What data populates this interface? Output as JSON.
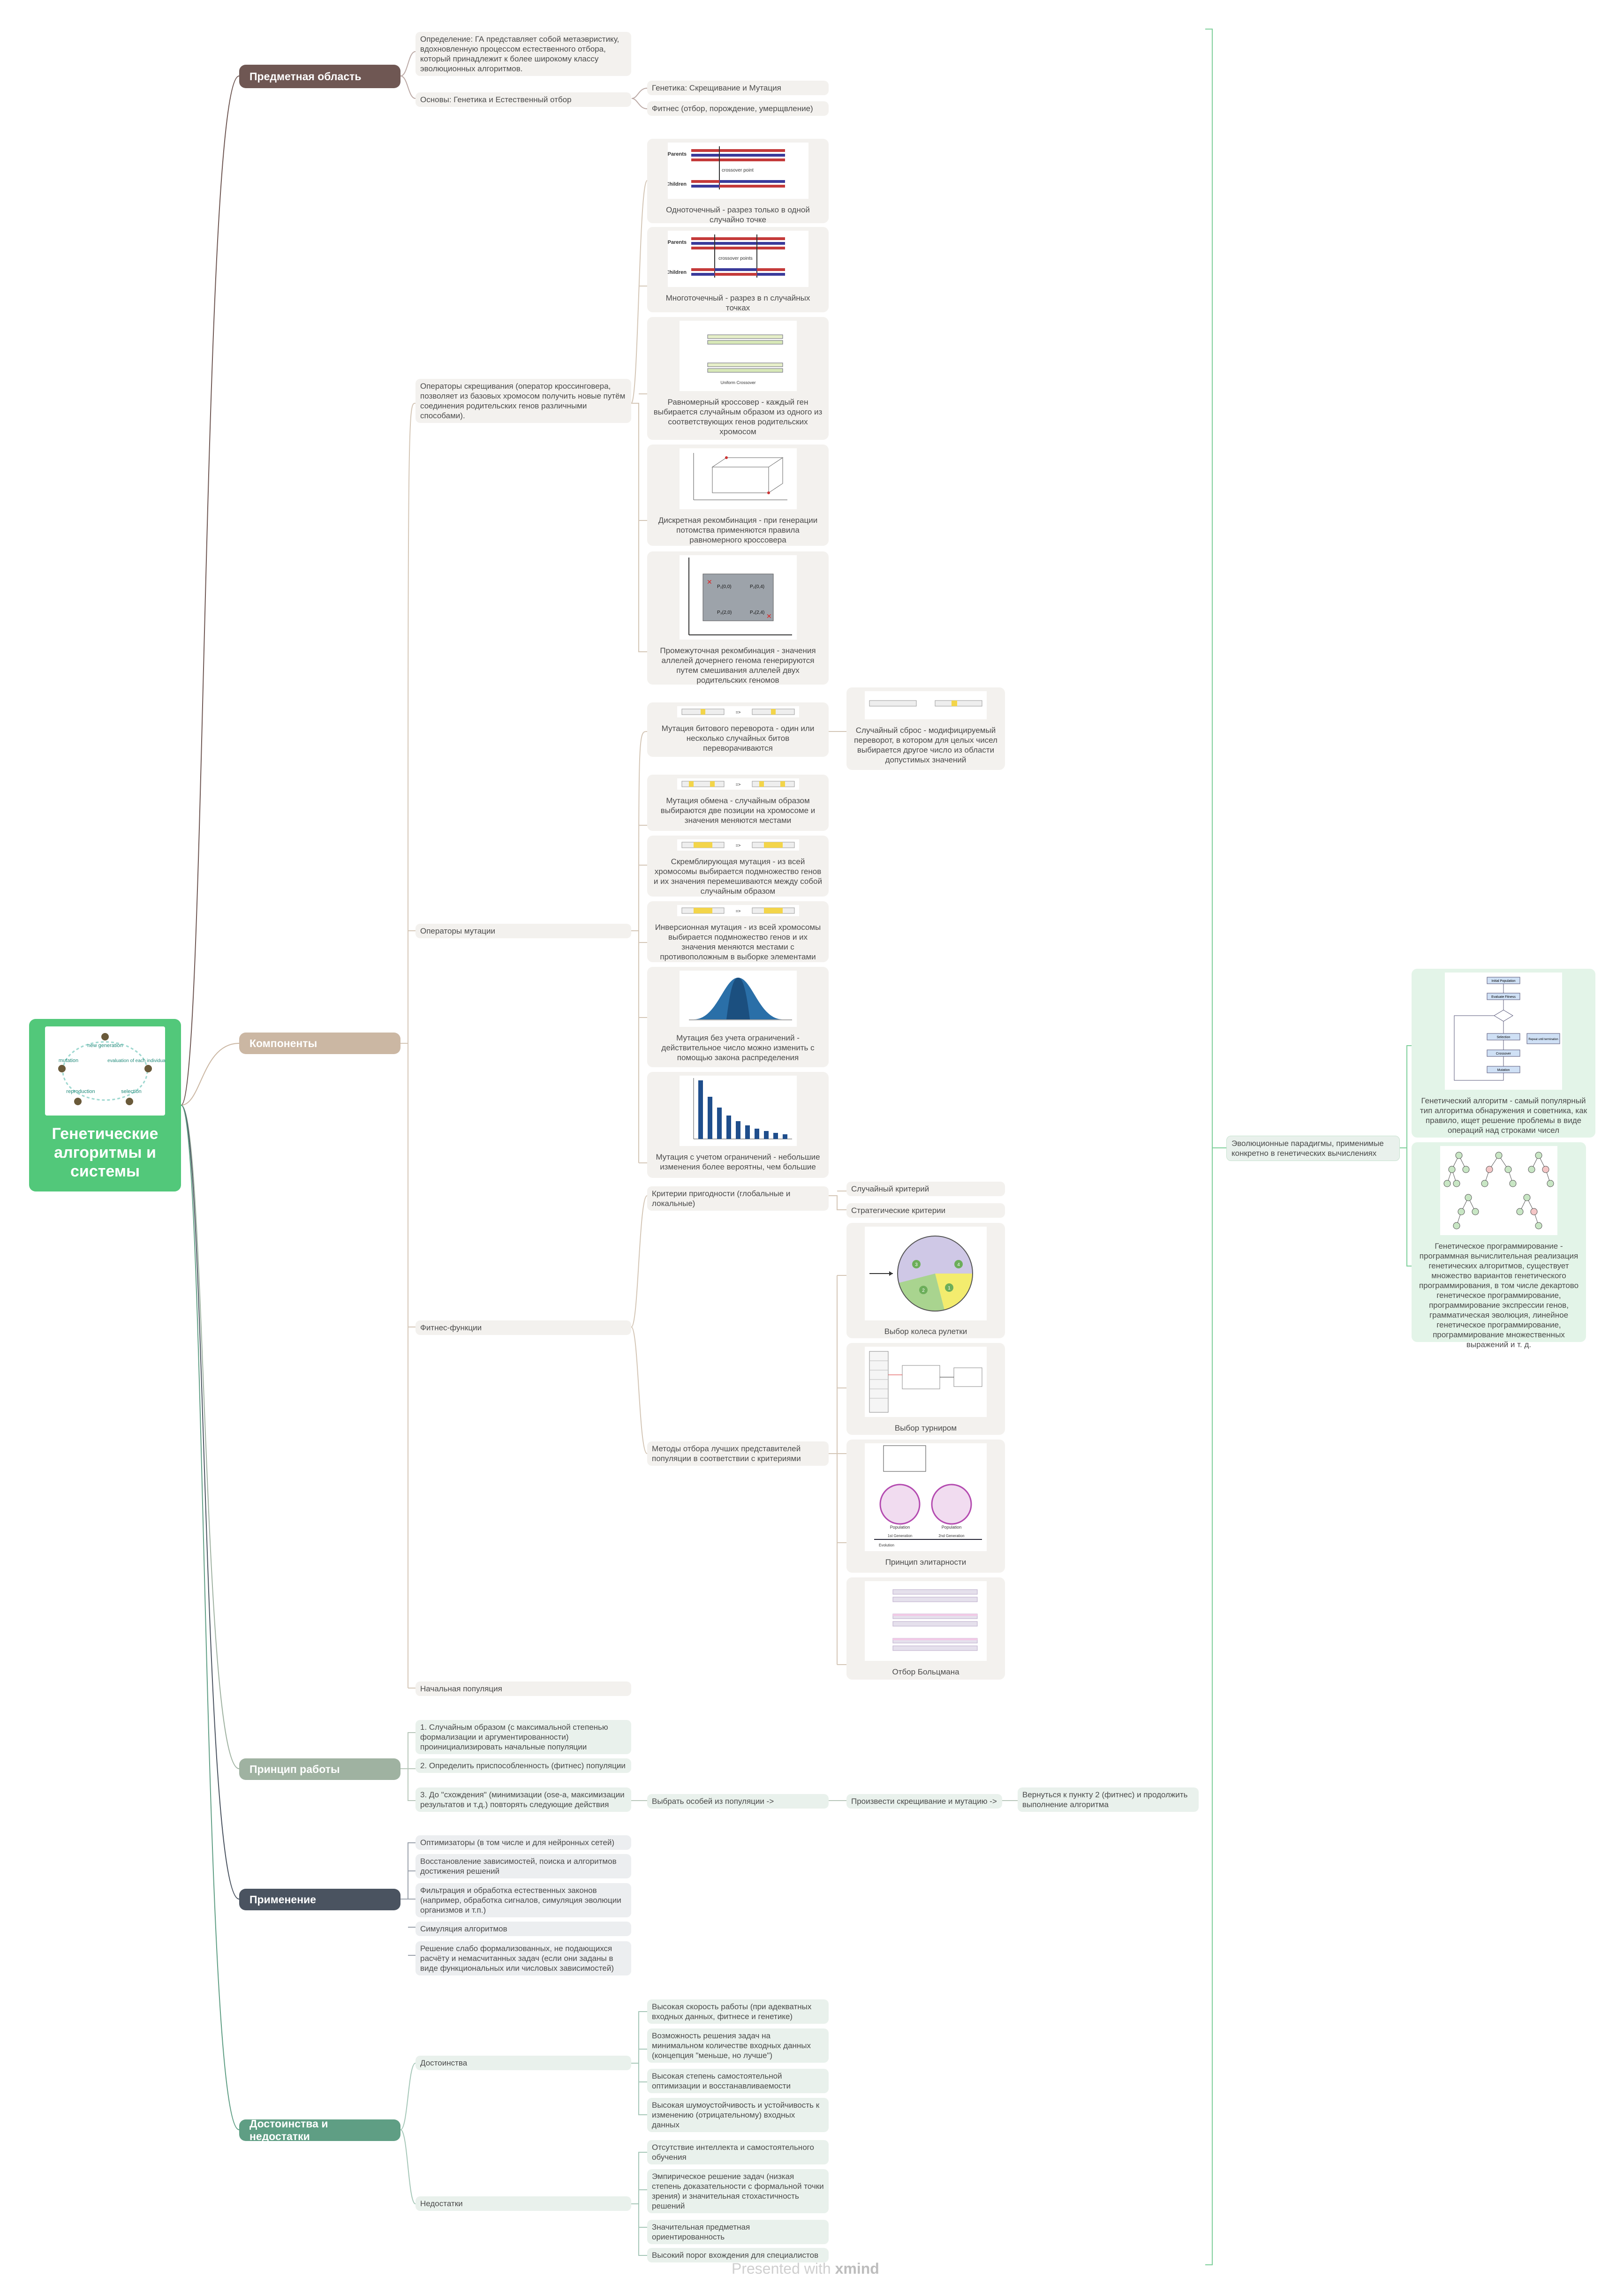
{
  "root": {
    "title": "Генетические алгоритмы и системы",
    "cycle_labels": [
      "new generation",
      "evaluation of each individual",
      "selection",
      "reproduction",
      "mutation"
    ]
  },
  "main": {
    "domain": "Предметная область",
    "components": "Компоненты",
    "principle": "Принцип работы",
    "application": "Применение",
    "pros_cons": "Достоинства и недостатки"
  },
  "domain": {
    "definition": "Определение: ГА представляет собой метаэвристику, вдохновленную процессом естественного отбора, который принадлежит к более широкому классу эволюционных алгоритмов.",
    "basics": "Основы: Генетика и Естественный отбор",
    "genetics": "Генетика: Скрещивание и Мутация",
    "fitness": "Фитнес (отбор, порождение, умерщвление)"
  },
  "crossover": {
    "title": "Операторы скрещивания (оператор кроссинговера, позволяет из базовых хромосом получить новые путём соединения родительских генов различными способами).",
    "parents": "Parents",
    "children": "Children",
    "point": "crossover point",
    "points": "crossover points",
    "uniform_caption": "Uniform Crossover",
    "items": [
      "Одноточечный - разрез только в одной случайно точке",
      "Многоточечный - разрез в n случайных точках",
      "Равномерный кроссовер - каждый ген выбирается случайным образом из одного из соответствующих генов родительских хромосом",
      "Дискретная рекомбинация - при генерации потомства применяются правила равномерного кроссовера",
      "Промежуточная рекомбинация - значения аллелей дочернего генома генерируются путем смешивания аллелей двух родительских геномов"
    ],
    "points_labels": [
      "P₁(0,0)",
      "P₂(0,4)",
      "P₃(2,0)",
      "P₄(2,4)"
    ]
  },
  "mutation": {
    "title": "Операторы мутации",
    "items": [
      "Мутация битового переворота - один или несколько случайных битов переворачиваются",
      "Мутация обмена - случайным образом выбираются две позиции на хромосоме и значения меняются местами",
      "Скремблирующая мутация - из всей хромосомы выбирается подмножество генов и их значения перемешиваются между собой случайным образом",
      "Инверсионная мутация - из всей хромосомы выбирается подмножество генов и их значения меняются местами с противоположным в выборке элементами",
      "Мутация без учета ограничений - действительное число можно изменить с помощью закона распределения",
      "Мутация с учетом ограничений - небольшие изменения более вероятны, чем большие"
    ],
    "random_reset": "Случайный сброс - модифицируемый переворот, в котором для целых чисел выбирается другое число из области допустимых значений",
    "arrow": "=>"
  },
  "fitness": {
    "title": "Фитнес-функции",
    "criteria": "Критерии пригодности (глобальные и локальные)",
    "random_criterion": "Случайный критерий",
    "strategic_criterion": "Стратегические критерии",
    "methods": "Методы отбора лучших представителей популяции в соответствии с критериями",
    "roulette": "Выбор колеса рулетки",
    "tournament": "Выбор турниром",
    "elitism": "Принцип элитарности",
    "boltzmann": "Отбор Больцмана",
    "roulette_sectors": [
      "1",
      "2",
      "3",
      "4"
    ],
    "elitism_labels": [
      "Population",
      "Population",
      "1st Generation",
      "2nd Generation",
      "Evolution"
    ]
  },
  "initial_population": "Начальная популяция",
  "principle": {
    "steps": [
      "1. Случайным образом (с максимальной степенью формализации и аргументированности) проинициализировать начальные популяции",
      "2. Определить приспособленность (фитнес) популяции",
      "3. До \"схождения\" (минимизации (ose-a, максимизации результатов и т.д.) повторять следующие действия"
    ],
    "chain": [
      "Выбрать особей из популяции ->",
      "Произвести скрещивание и мутацию ->",
      "Вернуться к пункту 2 (фитнес) и продолжить выполнение алгоритма"
    ]
  },
  "application": {
    "items": [
      "Оптимизаторы (в том числе и для нейронных сетей)",
      "Восстановление зависимостей, поиска и алгоритмов достижения решений",
      "Фильтрация и обработка естественных законов (например, обработка сигналов, симуляция эволюции организмов и т.п.)",
      "Симуляция алгоритмов",
      "Решение слабо формализованных, не подающихся расчёту и немасчитанных задач (если они заданы в виде функциональных или числовых зависимостей)"
    ]
  },
  "pros": {
    "title": "Достоинства",
    "items": [
      "Высокая скорость работы (при адекватных входных данных, фитнесе и генетике)",
      "Возможность решения задач на минимальном количестве входных данных (концепция \"меньше, но лучше\")",
      "Высокая степень самостоятельной оптимизации и восстанавливаемости",
      "Высокая шумоустойчивость и устойчивость к изменению (отрицательному) входных данных"
    ]
  },
  "cons": {
    "title": "Недостатки",
    "items": [
      "Отсутствие интеллекта и самостоятельного обучения",
      "Эмпирическое решение задач (низкая степень доказательности с формальной точки зрения) и значительная стохастичность решений",
      "Значительная предметная ориентированность",
      "Высокий порог вхождения для специалистов"
    ]
  },
  "summary": {
    "label": "Эволюционные парадигмы, применимые конкретно в генетических вычислениях",
    "ga": "Генетический алгоритм - самый популярный тип алгоритма обнаружения и советника, как правило, ищет решение проблемы в виде операций над строками чисел",
    "gp": "Генетическое программирование - программная вычислительная реализация генетических алгоритмов, существует множество вариантов генетического программирования, в том числе декартово генетическое программирование, программирование экспрессии генов, грамматическая эволюция, линейное генетическое программирование, программирование множественных выражений и т. д.",
    "flow_labels": [
      "Initial Population",
      "Evaluate Fitness",
      "Selection",
      "Crossover",
      "Mutation",
      "Repeat until termination"
    ]
  },
  "watermark": {
    "prefix": "Presented with",
    "brand": "xmind"
  },
  "colors": {
    "domain": "#6f5753",
    "components": "#cbb7a3",
    "principle": "#9fb2a1",
    "application": "#4a5360",
    "pros_cons": "#5f9e84",
    "root": "#52c87a"
  }
}
